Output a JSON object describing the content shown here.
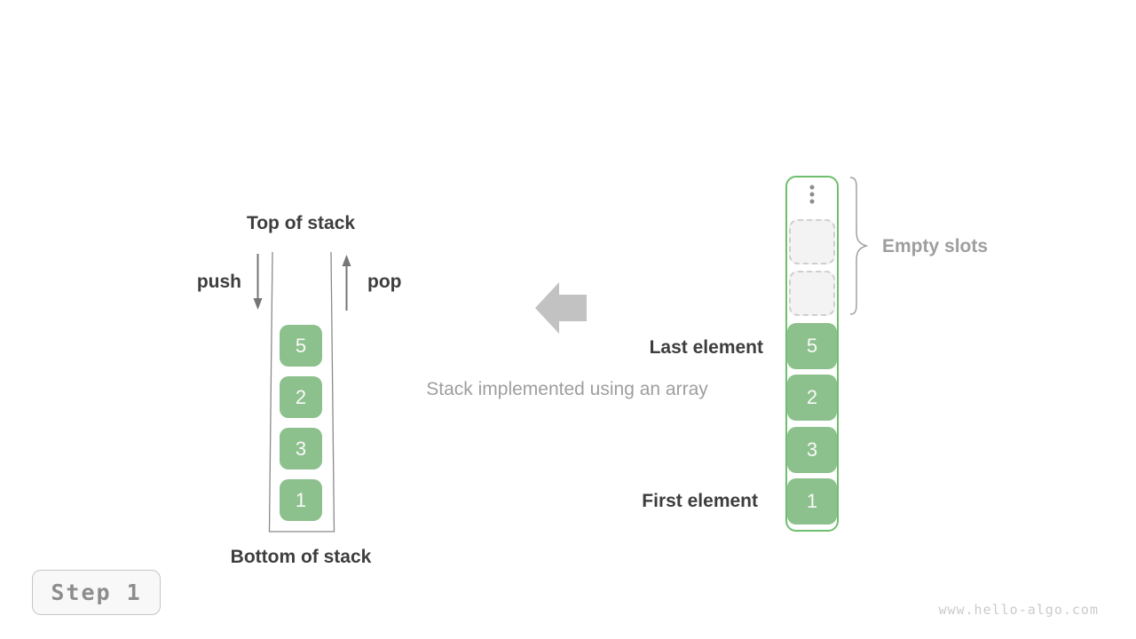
{
  "diagram": {
    "left_stack": {
      "top_label": "Top of stack",
      "bottom_label": "Bottom of stack",
      "push_label": "push",
      "pop_label": "pop",
      "items": [
        "5",
        "2",
        "3",
        "1"
      ]
    },
    "center": {
      "caption": "Stack implemented using an array",
      "arrow_icon": "big-left-arrow"
    },
    "array_stack": {
      "items": [
        "5",
        "2",
        "3",
        "1"
      ],
      "empty_slots_count": 2,
      "ellipsis_icon": "vertical-ellipsis",
      "empty_slots_label": "Empty slots",
      "last_element_label": "Last element",
      "first_element_label": "First element"
    },
    "footer": {
      "step_label": "Step 1",
      "watermark": "www.hello-algo.com"
    }
  },
  "colors": {
    "box_green": "#8cc08c",
    "container_green": "#6dbf6d",
    "label_dark": "#3d3d3d",
    "label_gray": "#9e9e9e",
    "arrow_gray": "#757575",
    "big_arrow_gray": "#c2c2c2",
    "outline_gray": "#8a8a8a",
    "brace_gray": "#a0a0a0",
    "dots_gray": "#8d8d8d",
    "slot_bg": "#f3f3f3",
    "slot_border": "#cfcfcf",
    "chip_border": "#c6c6c6",
    "chip_bg": "#f8f8f8",
    "chip_text": "#8d8d8d",
    "watermark_gray": "#cbcbcb"
  }
}
